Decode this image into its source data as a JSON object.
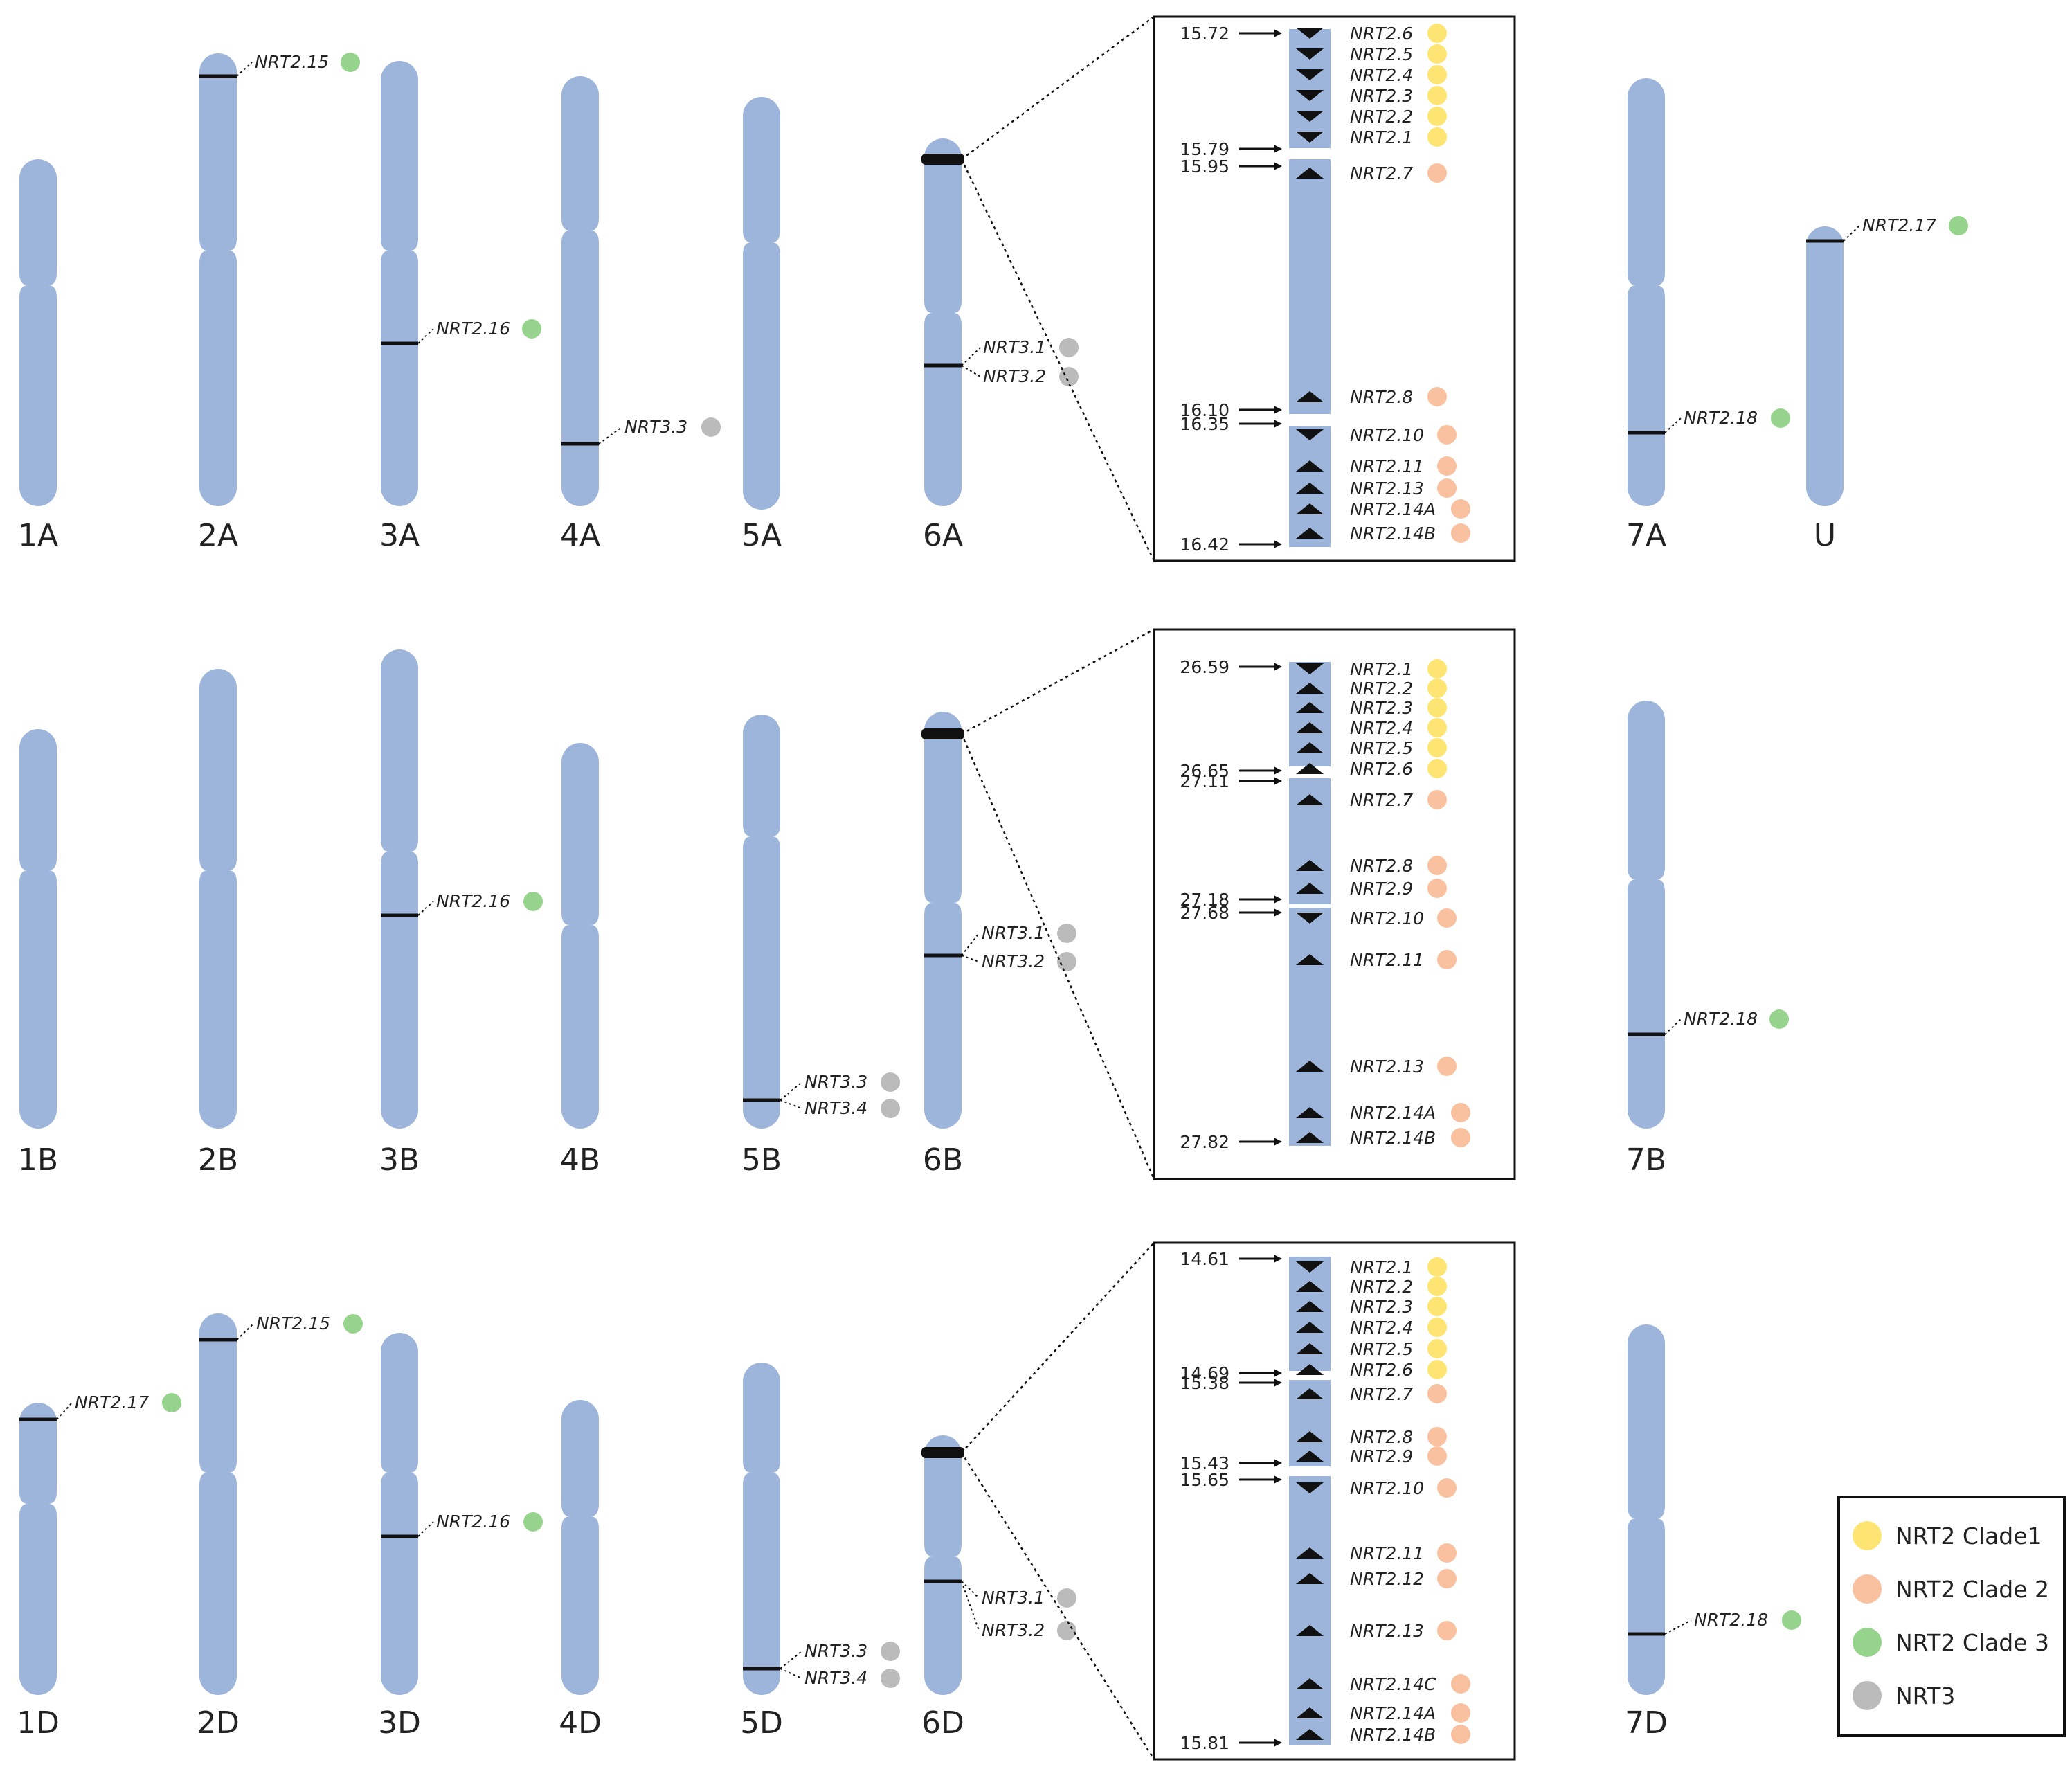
{
  "colors": {
    "chromosome": "#9db5da",
    "clade1": "#fee573",
    "clade2": "#f9c19f",
    "clade3": "#96d38c",
    "nrt3": "#bbbbbb",
    "line": "#111111"
  },
  "chromosomes": [
    {
      "label": "1A"
    },
    {
      "label": "2A"
    },
    {
      "label": "3A"
    },
    {
      "label": "4A"
    },
    {
      "label": "5A"
    },
    {
      "label": "6A"
    },
    {
      "label": "7A"
    },
    {
      "label": "U"
    },
    {
      "label": "1B"
    },
    {
      "label": "2B"
    },
    {
      "label": "3B"
    },
    {
      "label": "4B"
    },
    {
      "label": "5B"
    },
    {
      "label": "6B"
    },
    {
      "label": "7B"
    },
    {
      "label": "1D"
    },
    {
      "label": "2D"
    },
    {
      "label": "3D"
    },
    {
      "label": "4D"
    },
    {
      "label": "5D"
    },
    {
      "label": "6D"
    },
    {
      "label": "7D"
    }
  ],
  "gene_markers": [
    {
      "label": "NRT2.15",
      "class": "clade3"
    },
    {
      "label": "NRT2.16",
      "class": "clade3"
    },
    {
      "label": "NRT3.3",
      "class": "nrt3"
    },
    {
      "label": "NRT3.1",
      "class": "nrt3"
    },
    {
      "label": "NRT3.2",
      "class": "nrt3"
    },
    {
      "label": "NRT2.18",
      "class": "clade3"
    },
    {
      "label": "NRT2.17",
      "class": "clade3"
    },
    {
      "label": "NRT2.16",
      "class": "clade3"
    },
    {
      "label": "NRT3.3",
      "class": "nrt3"
    },
    {
      "label": "NRT3.4",
      "class": "nrt3"
    },
    {
      "label": "NRT3.1",
      "class": "nrt3"
    },
    {
      "label": "NRT3.2",
      "class": "nrt3"
    },
    {
      "label": "NRT2.18",
      "class": "clade3"
    },
    {
      "label": "NRT2.17",
      "class": "clade3"
    },
    {
      "label": "NRT2.15",
      "class": "clade3"
    },
    {
      "label": "NRT2.16",
      "class": "clade3"
    },
    {
      "label": "NRT3.3",
      "class": "nrt3"
    },
    {
      "label": "NRT3.4",
      "class": "nrt3"
    },
    {
      "label": "NRT3.1",
      "class": "nrt3"
    },
    {
      "label": "NRT3.2",
      "class": "nrt3"
    },
    {
      "label": "NRT2.18",
      "class": "clade3"
    }
  ],
  "zoom_panels": [
    {
      "name": "6A",
      "positions": [
        "15.72",
        "15.79",
        "15.95",
        "16.10",
        "16.35",
        "16.42"
      ],
      "genes": [
        {
          "label": "NRT2.6",
          "class": "clade1",
          "dir": "down"
        },
        {
          "label": "NRT2.5",
          "class": "clade1",
          "dir": "down"
        },
        {
          "label": "NRT2.4",
          "class": "clade1",
          "dir": "down"
        },
        {
          "label": "NRT2.3",
          "class": "clade1",
          "dir": "down"
        },
        {
          "label": "NRT2.2",
          "class": "clade1",
          "dir": "down"
        },
        {
          "label": "NRT2.1",
          "class": "clade1",
          "dir": "down"
        },
        {
          "label": "NRT2.7",
          "class": "clade2",
          "dir": "up"
        },
        {
          "label": "NRT2.8",
          "class": "clade2",
          "dir": "up"
        },
        {
          "label": "NRT2.10",
          "class": "clade2",
          "dir": "down"
        },
        {
          "label": "NRT2.11",
          "class": "clade2",
          "dir": "up"
        },
        {
          "label": "NRT2.13",
          "class": "clade2",
          "dir": "up"
        },
        {
          "label": "NRT2.14A",
          "class": "clade2",
          "dir": "up"
        },
        {
          "label": "NRT2.14B",
          "class": "clade2",
          "dir": "up"
        }
      ]
    },
    {
      "name": "6B",
      "positions": [
        "26.59",
        "26.65",
        "27.11",
        "27.18",
        "27.68",
        "27.82"
      ],
      "genes": [
        {
          "label": "NRT2.1",
          "class": "clade1",
          "dir": "down"
        },
        {
          "label": "NRT2.2",
          "class": "clade1",
          "dir": "up"
        },
        {
          "label": "NRT2.3",
          "class": "clade1",
          "dir": "up"
        },
        {
          "label": "NRT2.4",
          "class": "clade1",
          "dir": "up"
        },
        {
          "label": "NRT2.5",
          "class": "clade1",
          "dir": "up"
        },
        {
          "label": "NRT2.6",
          "class": "clade1",
          "dir": "up"
        },
        {
          "label": "NRT2.7",
          "class": "clade2",
          "dir": "up"
        },
        {
          "label": "NRT2.8",
          "class": "clade2",
          "dir": "up"
        },
        {
          "label": "NRT2.9",
          "class": "clade2",
          "dir": "up"
        },
        {
          "label": "NRT2.10",
          "class": "clade2",
          "dir": "down"
        },
        {
          "label": "NRT2.11",
          "class": "clade2",
          "dir": "up"
        },
        {
          "label": "NRT2.13",
          "class": "clade2",
          "dir": "up"
        },
        {
          "label": "NRT2.14A",
          "class": "clade2",
          "dir": "up"
        },
        {
          "label": "NRT2.14B",
          "class": "clade2",
          "dir": "up"
        }
      ]
    },
    {
      "name": "6D",
      "positions": [
        "14.61",
        "14.69",
        "15.38",
        "15.43",
        "15.65",
        "15.81"
      ],
      "genes": [
        {
          "label": "NRT2.1",
          "class": "clade1",
          "dir": "down"
        },
        {
          "label": "NRT2.2",
          "class": "clade1",
          "dir": "up"
        },
        {
          "label": "NRT2.3",
          "class": "clade1",
          "dir": "up"
        },
        {
          "label": "NRT2.4",
          "class": "clade1",
          "dir": "up"
        },
        {
          "label": "NRT2.5",
          "class": "clade1",
          "dir": "up"
        },
        {
          "label": "NRT2.6",
          "class": "clade1",
          "dir": "up"
        },
        {
          "label": "NRT2.7",
          "class": "clade2",
          "dir": "up"
        },
        {
          "label": "NRT2.8",
          "class": "clade2",
          "dir": "up"
        },
        {
          "label": "NRT2.9",
          "class": "clade2",
          "dir": "up"
        },
        {
          "label": "NRT2.10",
          "class": "clade2",
          "dir": "down"
        },
        {
          "label": "NRT2.11",
          "class": "clade2",
          "dir": "up"
        },
        {
          "label": "NRT2.12",
          "class": "clade2",
          "dir": "up"
        },
        {
          "label": "NRT2.13",
          "class": "clade2",
          "dir": "up"
        },
        {
          "label": "NRT2.14C",
          "class": "clade2",
          "dir": "up"
        },
        {
          "label": "NRT2.14A",
          "class": "clade2",
          "dir": "up"
        },
        {
          "label": "NRT2.14B",
          "class": "clade2",
          "dir": "up"
        }
      ]
    }
  ],
  "legend": [
    {
      "label": "NRT2 Clade1",
      "class": "clade1"
    },
    {
      "label": "NRT2 Clade 2",
      "class": "clade2"
    },
    {
      "label": "NRT2 Clade 3",
      "class": "clade3"
    },
    {
      "label": "NRT3",
      "class": "nrt3"
    }
  ]
}
